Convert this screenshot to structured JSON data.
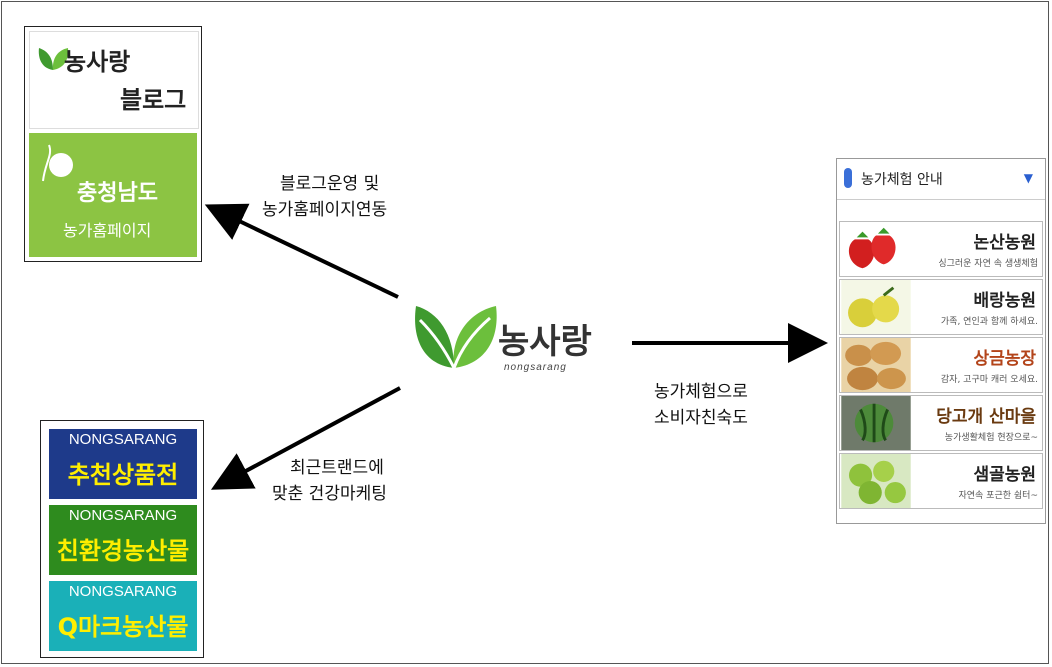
{
  "center": {
    "logo_text": "농사랑",
    "logo_sub": "nongsarang"
  },
  "blog": {
    "logo_text": "농사랑",
    "sub_text": "블로그",
    "region": "충청남도",
    "home": "농가홈페이지"
  },
  "products": {
    "banners": [
      {
        "en": "NONGSARANG",
        "ko": "추천상품전",
        "color": "#1e3a8a"
      },
      {
        "en": "NONGSARANG",
        "ko": "친환경농산물",
        "color": "#2e8b1e"
      },
      {
        "en": "NONGSARANG",
        "ko": "Q마크농산물",
        "color": "#1ab0b8"
      }
    ]
  },
  "experience": {
    "header": "농가체험 안내",
    "items": [
      {
        "name": "논산농원",
        "desc": "싱그러운 자연 속 생생체험"
      },
      {
        "name": "배랑농원",
        "desc": "가족, 연인과 함께 하세요."
      },
      {
        "name": "상금농장",
        "desc": "감자, 고구마 캐러 오세요."
      },
      {
        "name": "당고개 산마을",
        "desc": "농가생활체험 현장으로~"
      },
      {
        "name": "샘골농원",
        "desc": "자연속 포근한 쉼터~"
      }
    ]
  },
  "labels": {
    "blog_line1": "블로그운영 및",
    "blog_line2": "농가홈페이지연동",
    "marketing_line1": "최근트랜드에",
    "marketing_line2": "맞춘 건강마케팅",
    "experience_line1": "농가체험으로",
    "experience_line2": "소비자친숙도"
  }
}
